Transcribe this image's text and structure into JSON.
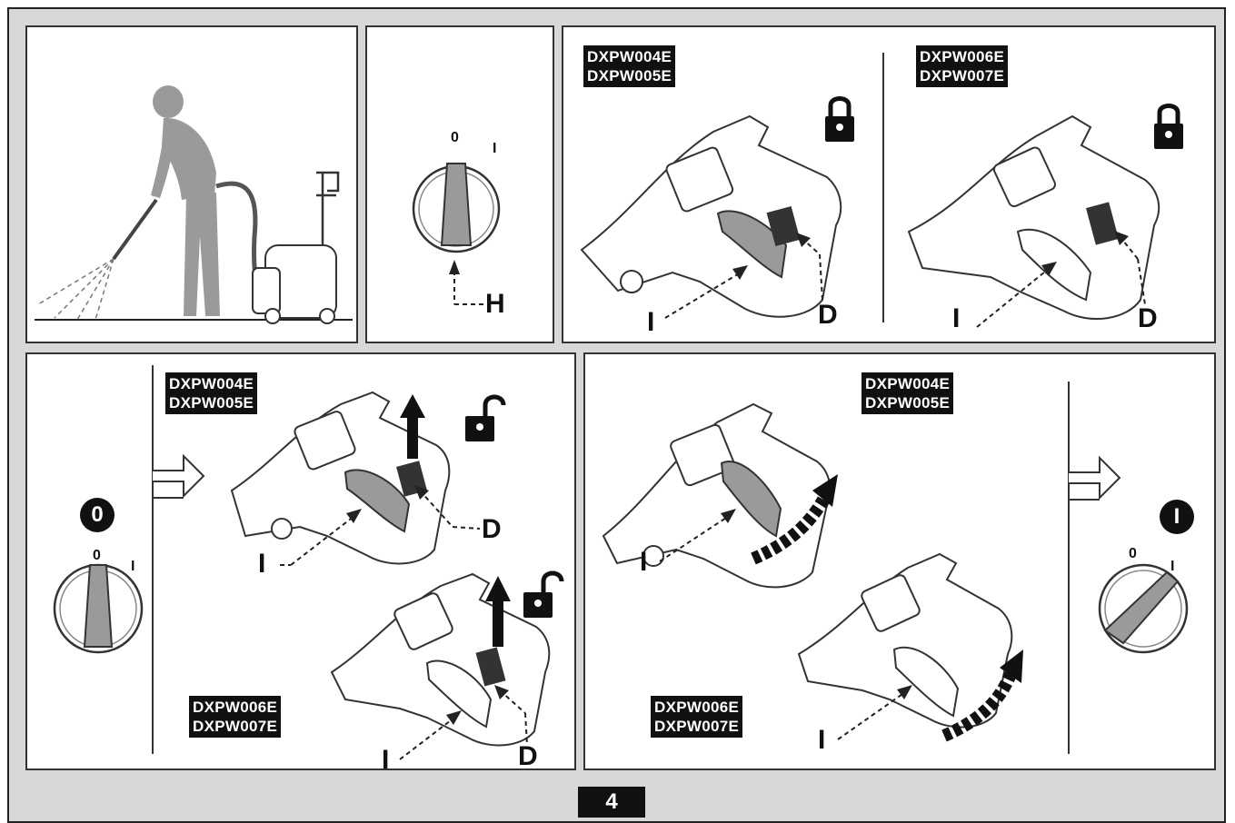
{
  "panels": {
    "operator": {},
    "switch": {
      "dial_off": "0",
      "dial_on": "I",
      "callout_h": "H"
    },
    "trigger_lock": {
      "left_models": [
        "DXPW004E",
        "DXPW005E"
      ],
      "right_models": [
        "DXPW006E",
        "DXPW007E"
      ],
      "callout_i": "I",
      "callout_d": "D",
      "icon": "padlock-closed-icon"
    },
    "unlock": {
      "badge": "0",
      "dial_off": "0",
      "dial_on": "I",
      "top_models": [
        "DXPW004E",
        "DXPW005E"
      ],
      "bottom_models": [
        "DXPW006E",
        "DXPW007E"
      ],
      "callout_i": "I",
      "callout_d": "D",
      "icon": "padlock-open-icon"
    },
    "start": {
      "top_models": [
        "DXPW004E",
        "DXPW005E"
      ],
      "bottom_models": [
        "DXPW006E",
        "DXPW007E"
      ],
      "callout_i": "I",
      "badge": "I",
      "dial_off": "0",
      "dial_on": "I"
    }
  },
  "page_number": "4",
  "colors": {
    "dial_fill": "#9a9a9a",
    "frame_bg": "#d8d8d8",
    "tag_bg": "#111111"
  }
}
